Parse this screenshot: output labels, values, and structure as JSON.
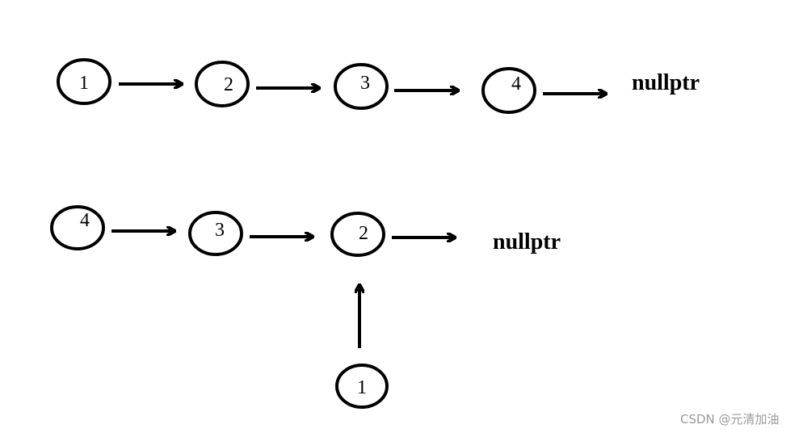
{
  "diagram_top": {
    "nodes": [
      "1",
      "2",
      "3",
      "4"
    ],
    "terminal": "nullptr"
  },
  "diagram_bottom": {
    "nodes": [
      "4",
      "3",
      "2"
    ],
    "terminal": "nullptr",
    "incoming_node": "1"
  },
  "watermark": "CSDN @元清加油"
}
